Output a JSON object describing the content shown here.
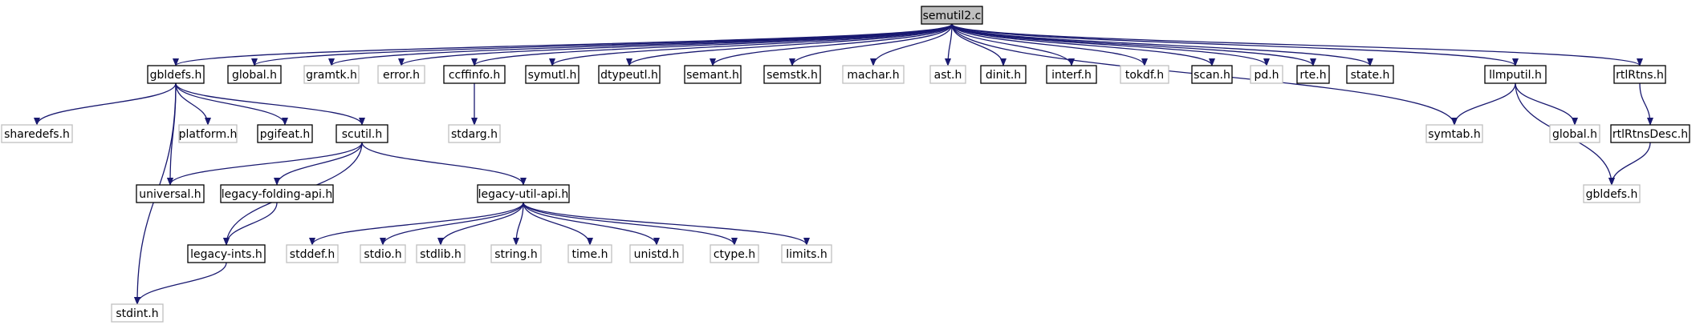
{
  "colors": {
    "edge": "#191970",
    "strong_border": "#000000",
    "weak_border": "#bfbfbf",
    "root_fill": "#bfbfbf"
  },
  "nodes": {
    "semutil2_c": {
      "label": "semutil2.c",
      "kind": "root"
    },
    "gbldefs_h": {
      "label": "gbldefs.h",
      "kind": "strong"
    },
    "global_h": {
      "label": "global.h",
      "kind": "strong"
    },
    "gramtk_h": {
      "label": "gramtk.h",
      "kind": "weak"
    },
    "error_h": {
      "label": "error.h",
      "kind": "weak"
    },
    "ccffinfo_h": {
      "label": "ccffinfo.h",
      "kind": "strong"
    },
    "symutl_h": {
      "label": "symutl.h",
      "kind": "strong"
    },
    "dtypeutl_h": {
      "label": "dtypeutl.h",
      "kind": "strong"
    },
    "semant_h": {
      "label": "semant.h",
      "kind": "strong"
    },
    "semstk_h": {
      "label": "semstk.h",
      "kind": "strong"
    },
    "machar_h": {
      "label": "machar.h",
      "kind": "weak"
    },
    "ast_h": {
      "label": "ast.h",
      "kind": "weak"
    },
    "dinit_h": {
      "label": "dinit.h",
      "kind": "strong"
    },
    "interf_h": {
      "label": "interf.h",
      "kind": "strong"
    },
    "tokdf_h": {
      "label": "tokdf.h",
      "kind": "weak"
    },
    "scan_h": {
      "label": "scan.h",
      "kind": "strong"
    },
    "pd_h": {
      "label": "pd.h",
      "kind": "weak"
    },
    "rte_h": {
      "label": "rte.h",
      "kind": "strong"
    },
    "state_h": {
      "label": "state.h",
      "kind": "strong"
    },
    "llmputil_h": {
      "label": "llmputil.h",
      "kind": "strong"
    },
    "rtlRtns_h": {
      "label": "rtlRtns.h",
      "kind": "strong"
    },
    "sharedefs_h": {
      "label": "sharedefs.h",
      "kind": "weak"
    },
    "platform_h": {
      "label": "platform.h",
      "kind": "weak"
    },
    "pgifeat_h": {
      "label": "pgifeat.h",
      "kind": "strong"
    },
    "scutil_h": {
      "label": "scutil.h",
      "kind": "strong"
    },
    "stdarg_h": {
      "label": "stdarg.h",
      "kind": "weak"
    },
    "symtab_h": {
      "label": "symtab.h",
      "kind": "weak"
    },
    "global_h_2": {
      "label": "global.h",
      "kind": "weak"
    },
    "rtlRtnsDesc_h": {
      "label": "rtlRtnsDesc.h",
      "kind": "strong"
    },
    "universal_h": {
      "label": "universal.h",
      "kind": "strong"
    },
    "legacy_folding_api_h": {
      "label": "legacy-folding-api.h",
      "kind": "strong"
    },
    "legacy_util_api_h": {
      "label": "legacy-util-api.h",
      "kind": "strong"
    },
    "gbldefs_h_2": {
      "label": "gbldefs.h",
      "kind": "weak"
    },
    "legacy_ints_h": {
      "label": "legacy-ints.h",
      "kind": "strong"
    },
    "stddef_h": {
      "label": "stddef.h",
      "kind": "weak"
    },
    "stdio_h": {
      "label": "stdio.h",
      "kind": "weak"
    },
    "stdlib_h": {
      "label": "stdlib.h",
      "kind": "weak"
    },
    "string_h": {
      "label": "string.h",
      "kind": "weak"
    },
    "time_h": {
      "label": "time.h",
      "kind": "weak"
    },
    "unistd_h": {
      "label": "unistd.h",
      "kind": "weak"
    },
    "ctype_h": {
      "label": "ctype.h",
      "kind": "weak"
    },
    "limits_h": {
      "label": "limits.h",
      "kind": "weak"
    },
    "stdint_h": {
      "label": "stdint.h",
      "kind": "weak"
    }
  },
  "edges": [
    [
      "semutil2_c",
      "gbldefs_h"
    ],
    [
      "semutil2_c",
      "global_h"
    ],
    [
      "semutil2_c",
      "gramtk_h"
    ],
    [
      "semutil2_c",
      "error_h"
    ],
    [
      "semutil2_c",
      "ccffinfo_h"
    ],
    [
      "semutil2_c",
      "symutl_h"
    ],
    [
      "semutil2_c",
      "dtypeutl_h"
    ],
    [
      "semutil2_c",
      "semant_h"
    ],
    [
      "semutil2_c",
      "semstk_h"
    ],
    [
      "semutil2_c",
      "machar_h"
    ],
    [
      "semutil2_c",
      "ast_h"
    ],
    [
      "semutil2_c",
      "dinit_h"
    ],
    [
      "semutil2_c",
      "interf_h"
    ],
    [
      "semutil2_c",
      "tokdf_h"
    ],
    [
      "semutil2_c",
      "scan_h"
    ],
    [
      "semutil2_c",
      "pd_h"
    ],
    [
      "semutil2_c",
      "rte_h"
    ],
    [
      "semutil2_c",
      "state_h"
    ],
    [
      "semutil2_c",
      "symtab_h"
    ],
    [
      "semutil2_c",
      "llmputil_h"
    ],
    [
      "semutil2_c",
      "rtlRtns_h"
    ],
    [
      "gbldefs_h",
      "sharedefs_h"
    ],
    [
      "gbldefs_h",
      "universal_h"
    ],
    [
      "gbldefs_h",
      "platform_h"
    ],
    [
      "gbldefs_h",
      "pgifeat_h"
    ],
    [
      "gbldefs_h",
      "scutil_h"
    ],
    [
      "gbldefs_h",
      "stdint_h"
    ],
    [
      "ccffinfo_h",
      "stdarg_h"
    ],
    [
      "llmputil_h",
      "symtab_h"
    ],
    [
      "llmputil_h",
      "global_h_2"
    ],
    [
      "llmputil_h",
      "gbldefs_h_2"
    ],
    [
      "rtlRtns_h",
      "rtlRtnsDesc_h"
    ],
    [
      "rtlRtnsDesc_h",
      "gbldefs_h_2"
    ],
    [
      "scutil_h",
      "universal_h"
    ],
    [
      "scutil_h",
      "legacy_folding_api_h"
    ],
    [
      "scutil_h",
      "legacy_util_api_h"
    ],
    [
      "scutil_h",
      "legacy_ints_h"
    ],
    [
      "legacy_folding_api_h",
      "legacy_ints_h"
    ],
    [
      "legacy_ints_h",
      "stdint_h"
    ],
    [
      "legacy_util_api_h",
      "stddef_h"
    ],
    [
      "legacy_util_api_h",
      "stdio_h"
    ],
    [
      "legacy_util_api_h",
      "stdlib_h"
    ],
    [
      "legacy_util_api_h",
      "string_h"
    ],
    [
      "legacy_util_api_h",
      "time_h"
    ],
    [
      "legacy_util_api_h",
      "unistd_h"
    ],
    [
      "legacy_util_api_h",
      "ctype_h"
    ],
    [
      "legacy_util_api_h",
      "limits_h"
    ]
  ]
}
